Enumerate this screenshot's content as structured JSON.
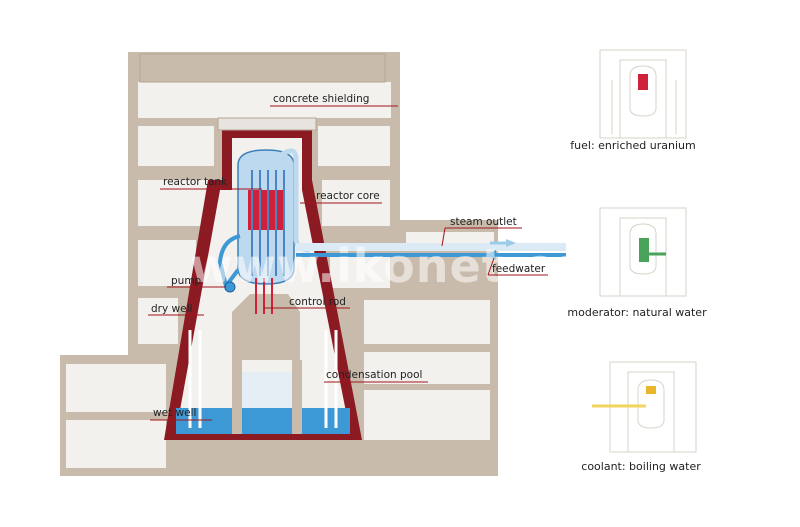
{
  "labels": {
    "concrete_shielding": "concrete shielding",
    "reactor_tank": "reactor tank",
    "reactor_core": "reactor core",
    "steam_outlet": "steam outlet",
    "feedwater": "feedwater",
    "pump": "pump",
    "dry_well": "dry well",
    "control_rod": "control rod",
    "condensation_pool": "condensation pool",
    "wet_well": "wet well"
  },
  "thumbnails": {
    "fuel": "fuel: enriched uranium",
    "moderator": "moderator: natural water",
    "coolant": "coolant: boiling water"
  },
  "watermark": "www.ikonet.com",
  "colors": {
    "concrete": "#c8bbab",
    "cavity": "#f3f1ee",
    "liner": "#8c1a22",
    "water": "#3d98d6",
    "core": "#d0203a",
    "tank": "#bcd9ef",
    "leader": "#a0141c"
  }
}
